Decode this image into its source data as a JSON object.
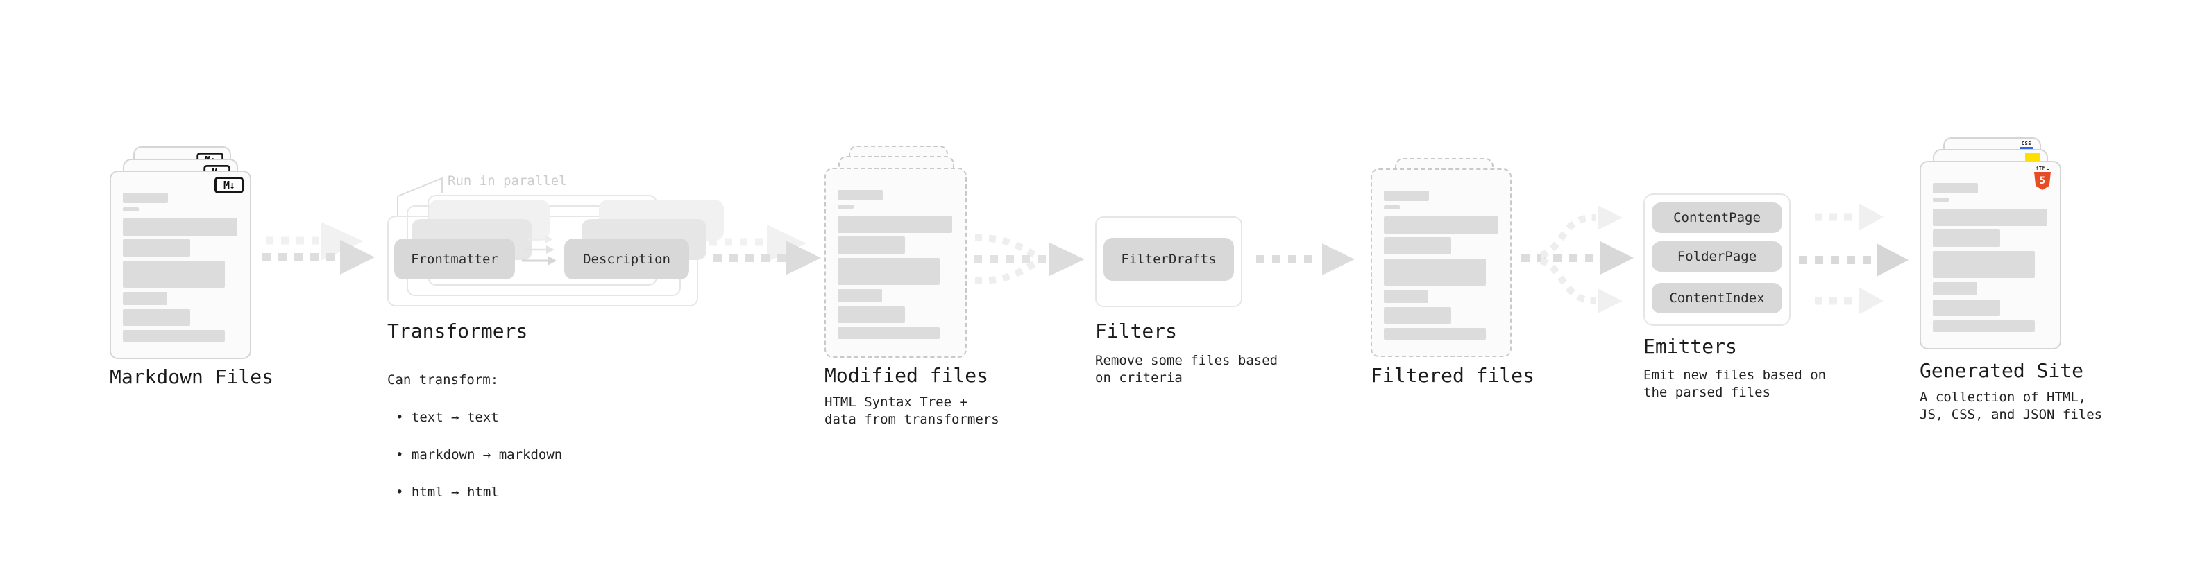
{
  "stages": {
    "markdown": {
      "label": "Markdown Files"
    },
    "transformers": {
      "note": "Run in parallel",
      "box_frontmatter": "Frontmatter",
      "box_description": "Description",
      "label": "Transformers",
      "desc_title": "Can transform:",
      "bullets": [
        "• text → text",
        "• markdown → markdown",
        "• html → html"
      ]
    },
    "modified": {
      "label": "Modified files",
      "desc": "HTML Syntax Tree +\ndata from transformers"
    },
    "filters": {
      "label": "Filters",
      "box": "FilterDrafts",
      "desc": "Remove some files based\non criteria"
    },
    "filtered": {
      "label": "Filtered files"
    },
    "emitters": {
      "label": "Emitters",
      "boxes": [
        "ContentPage",
        "FolderPage",
        "ContentIndex"
      ],
      "desc": "Emit new files based on\nthe parsed files"
    },
    "generated": {
      "label": "Generated Site",
      "desc": "A collection of HTML,\nJS, CSS, and JSON files"
    }
  },
  "icons": {
    "markdown": "M↓",
    "css": "CSS",
    "html": "HTML",
    "html5_number": "5"
  },
  "colors": {
    "accent_orange": "#e84c24",
    "accent_yellow": "#ffdf00",
    "accent_blue": "#2d66f4"
  }
}
